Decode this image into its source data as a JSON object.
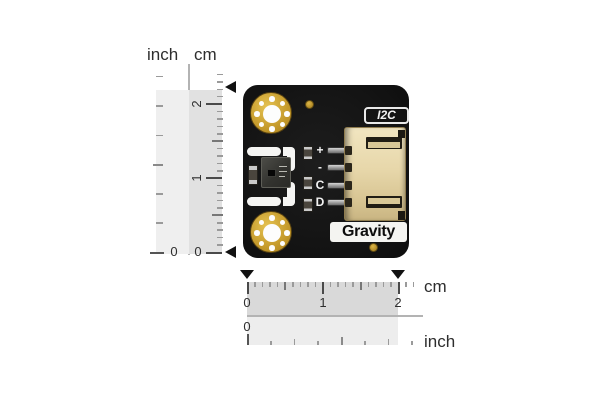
{
  "board": {
    "i2c_label": "I2C",
    "gravity_label": "Gravity",
    "pin_labels": [
      "+",
      "-",
      "C",
      "D"
    ]
  },
  "vertical_ruler": {
    "inch_label": "inch",
    "cm_label": "cm",
    "cm_numbers": [
      "2",
      "1",
      "0"
    ],
    "inch_zero": "0"
  },
  "horizontal_ruler": {
    "cm_label": "cm",
    "inch_label": "inch",
    "cm_numbers": [
      "0",
      "1",
      "2"
    ],
    "inch_zero": "0"
  },
  "colors": {
    "board": "#141414",
    "gold": "#c59a2b",
    "connector": "#e8d8ab",
    "silkscreen": "#f5f5f3",
    "ruler_cm_fill": "#dcdcdc",
    "ruler_inch_fill": "#eeeeee",
    "marker": "#111111"
  }
}
